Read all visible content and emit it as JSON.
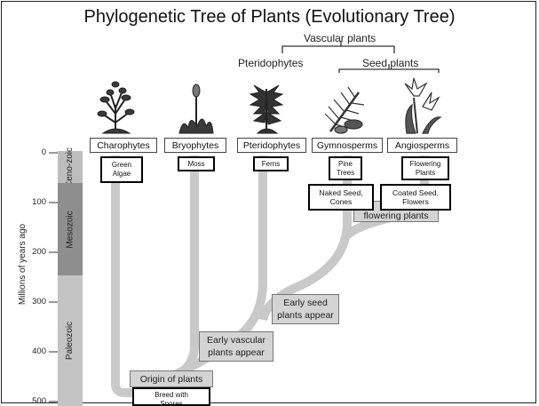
{
  "title": "Phylogenetic Tree of Plants (Evolutionary Tree)",
  "groups": {
    "vascular": "Vascular plants",
    "pteridophytes": "Pteridophytes",
    "seed": "Seed plants"
  },
  "taxa": [
    {
      "name": "Charophytes",
      "common": "Green Algae"
    },
    {
      "name": "Bryophytes",
      "common": "Moss"
    },
    {
      "name": "Pteridophytes",
      "common": "Ferns"
    },
    {
      "name": "Gymnosperms",
      "common": "Pine Trees"
    },
    {
      "name": "Angiosperms",
      "common": "Flowering Plants"
    }
  ],
  "notes": {
    "gymnosperm": "Naked Seed, Cones",
    "angiosperm": "Coated Seed, Flowers",
    "origin": "Breed with Spores"
  },
  "events": {
    "origin": "Origin of plants",
    "vascular": "Early vascular plants appear",
    "seed": "Early seed plants appear",
    "flowering": "flowering plants"
  },
  "axis": {
    "label": "Millions of years ago",
    "ticks": [
      "0",
      "100",
      "200",
      "300",
      "400",
      "500"
    ],
    "eras": [
      "Ceno-zoic",
      "Mesozoic",
      "Paleozoic"
    ]
  },
  "colors": {
    "branch": "#c9c9c9",
    "cenozoic": "#bdbdbd",
    "mesozoic": "#8e8e8e",
    "paleozoic": "#c4c4c4"
  },
  "icons": [
    "algae-icon",
    "moss-icon",
    "fern-icon",
    "pine-icon",
    "flower-icon"
  ]
}
